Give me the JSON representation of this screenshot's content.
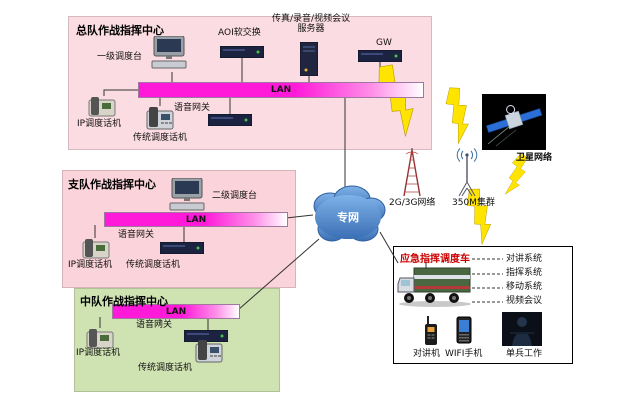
{
  "colors": {
    "hq_box": "#fbdce2",
    "detachment_box": "#fbd3da",
    "squadron_box": "#cfe3b2",
    "lan_magenta": "#ff1ad9",
    "cloud_blue": "#4a86c8",
    "bolt_yellow": "#ffe400",
    "vehicle_title_red": "#cc0000"
  },
  "hq": {
    "title": "总队作战指挥中心",
    "console": "一级调度台",
    "aoi": "AOI软交换",
    "server_line1": "传真/录音/视频会议",
    "server_line2": "服务器",
    "gw": "GW",
    "lan": "LAN",
    "voice_gw": "语音网关",
    "ip_phone": "IP调度话机",
    "trad_phone": "传统调度话机"
  },
  "detachment": {
    "title": "支队作战指挥中心",
    "console": "二级调度台",
    "lan": "LAN",
    "voice_gw": "语音网关",
    "ip_phone": "IP调度话机",
    "trad_phone": "传统调度话机"
  },
  "squadron": {
    "title": "中队作战指挥中心",
    "lan": "LAN",
    "voice_gw": "语音网关",
    "ip_phone": "IP调度话机",
    "trad_phone": "传统调度话机"
  },
  "cloud": {
    "label": "专网"
  },
  "wireless": {
    "cellular": "2G/3G网络",
    "trunking": "350M集群",
    "satellite": "卫星网络"
  },
  "vehicle": {
    "title": "应急指挥调度车",
    "systems": [
      "对讲系统",
      "指挥系统",
      "移动系统",
      "视频会议"
    ],
    "radio": "对讲机",
    "wifi_phone": "WIFI手机",
    "soldier": "单兵工作"
  }
}
